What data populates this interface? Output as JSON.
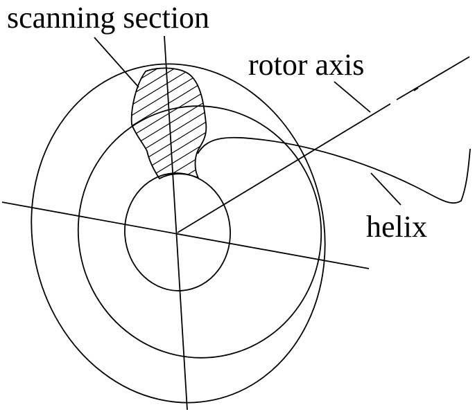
{
  "diagram": {
    "labels": {
      "scanning_section": "scanning section",
      "rotor_axis": "rotor axis",
      "helix": "helix"
    },
    "colors": {
      "stroke": "#000000",
      "background": "#ffffff"
    }
  }
}
